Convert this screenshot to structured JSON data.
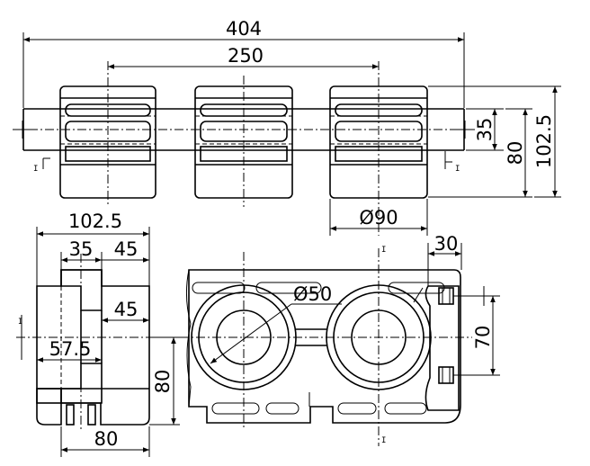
{
  "dimensions": {
    "overall_length": "404",
    "pitch": "250",
    "height_35": "35",
    "height_80": "80",
    "height_102_5": "102.5",
    "diameter_90": "Ø90",
    "side_width_102_5": "102.5",
    "side_35": "35",
    "side_45_top": "45",
    "side_45_mid": "45",
    "side_57_5": "57.5",
    "side_80_vertical": "80",
    "side_80_bottom": "80",
    "section_diameter_50": "Ø50",
    "section_30": "30",
    "section_70": "70"
  },
  "section_marks": {
    "a": "I",
    "b": "I"
  },
  "colors": {
    "line": "#000000",
    "background": "#ffffff"
  }
}
